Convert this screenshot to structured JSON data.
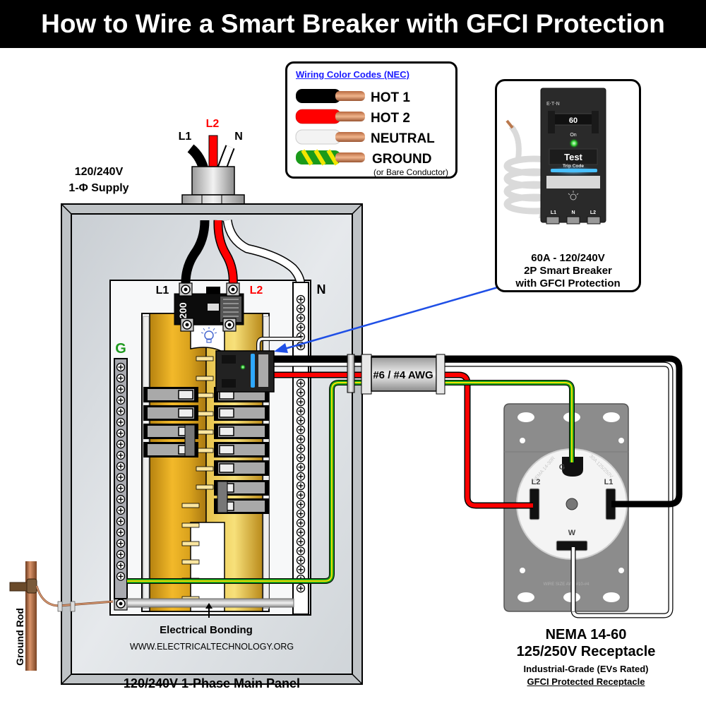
{
  "title": "How to Wire a Smart Breaker with GFCI Protection",
  "supply": {
    "voltage": "120/240V",
    "phase": "1-Φ Supply",
    "conductors": [
      "L1",
      "L2",
      "N"
    ]
  },
  "legend": {
    "title": "Wiring Color Codes (NEC)",
    "items": [
      {
        "label": "HOT 1",
        "color": "#000000"
      },
      {
        "label": "HOT 2",
        "color": "#ff0000"
      },
      {
        "label": "NEUTRAL",
        "color": "#ffffff"
      },
      {
        "label": "GROUND",
        "color": "#1a9a1a",
        "stripe": "#f2e600",
        "note": "(or Bare Conductor)"
      }
    ]
  },
  "smart_breaker": {
    "brand": "E·T·N",
    "rating": "60",
    "state": "On",
    "test": "Test",
    "trip_code": "Trip Code",
    "terminals": [
      "L1",
      "N",
      "L2"
    ],
    "caption": [
      "60A - 120/240V",
      "2P Smart Breaker",
      "with GFCI Protection"
    ]
  },
  "panel": {
    "main_breaker_rating": "200",
    "bus_labels": {
      "l1": "L1",
      "l2": "L2",
      "neutral": "N",
      "ground": "G"
    },
    "bonding_label": "Electrical Bonding",
    "website": "WWW.ELECTRICALTECHNOLOGY.ORG",
    "caption": "120/240V 1-Phase Main Panel"
  },
  "ground_rod": {
    "label": "Ground Rod"
  },
  "conduit": {
    "label": "#6 / #4 AWG"
  },
  "receptacle": {
    "terminals": {
      "ground": "G",
      "l1": "L1",
      "l2": "L2",
      "neutral": "W"
    },
    "face_text_left": "NEMA 14-30R",
    "face_text_right": "30A 125/250V",
    "plate_text": "WIRE SIZE AWG#10-#4",
    "caption": {
      "line1": "NEMA 14-60",
      "line2": "125/250V Receptacle",
      "line3": "Industrial-Grade (EVs Rated)",
      "line4": "GFCI Protected Receptacle"
    }
  },
  "colors": {
    "hot1": "#000000",
    "hot2": "#ff0000",
    "neutral": "#ffffff",
    "ground": "#1a9a1a",
    "ground_stripe": "#f2e600",
    "bus": "#e8b020",
    "arrow": "#1f4fe6",
    "label_green": "#1e9a1e"
  }
}
